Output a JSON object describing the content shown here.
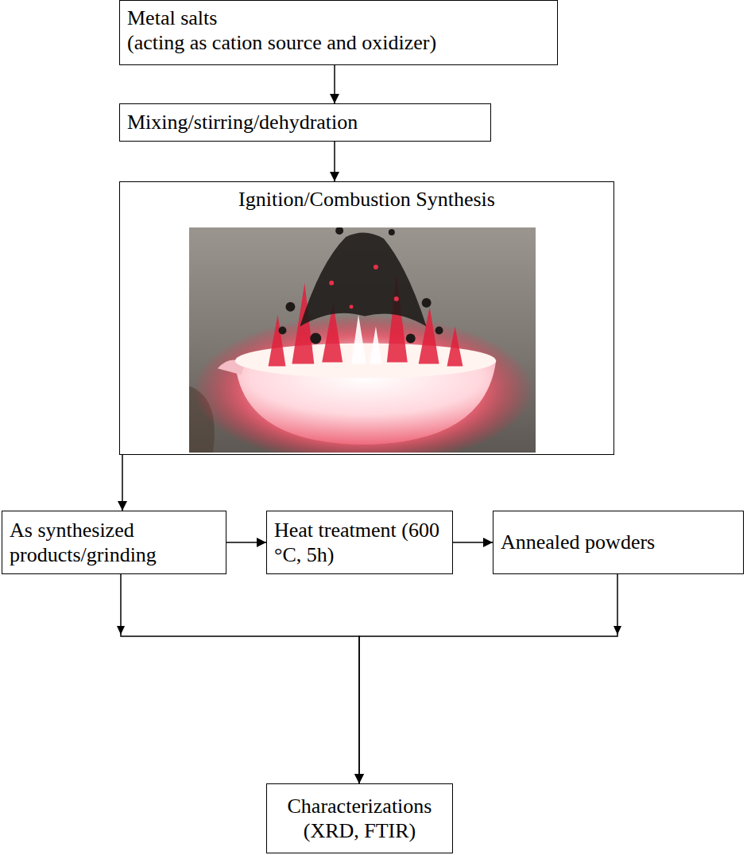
{
  "diagram": {
    "nodes": [
      {
        "text": [
          "Metal salts",
          "(acting as cation source and oxidizer)"
        ]
      },
      {
        "text": [
          "Mixing/stirring/dehydration"
        ]
      },
      {
        "text": [
          "Ignition/Combustion Synthesis"
        ]
      },
      {
        "text": [
          "As synthesized products/grinding"
        ]
      },
      {
        "text": [
          "Heat treatment (600 °C, 5h)"
        ]
      },
      {
        "text": [
          "Annealed powders"
        ]
      },
      {
        "text": [
          "Characterizations (XRD, FTIR)"
        ]
      }
    ],
    "edges": [
      {
        "from": 0,
        "to": 1,
        "arrow": "to"
      },
      {
        "from": 1,
        "to": 2,
        "arrow": "to"
      },
      {
        "from": 2,
        "to": 3,
        "arrow": "to"
      },
      {
        "from": 3,
        "to": 4,
        "arrow": "to"
      },
      {
        "from": 4,
        "to": 5,
        "arrow": "to"
      },
      {
        "from": 3,
        "to": 6,
        "arrow": "to"
      },
      {
        "from": 5,
        "to": 6,
        "arrow": "to"
      }
    ]
  }
}
